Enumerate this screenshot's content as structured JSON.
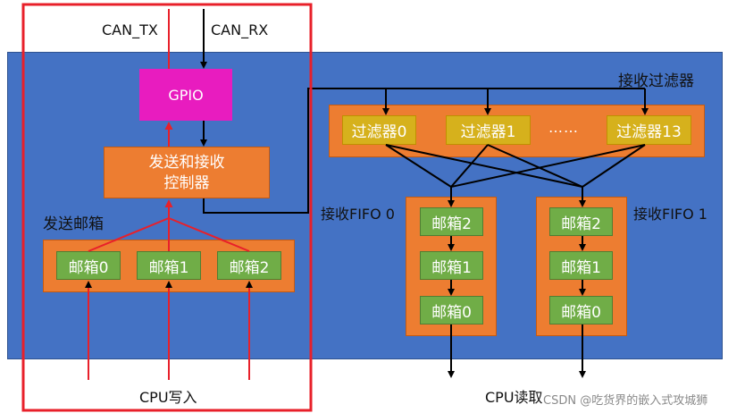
{
  "signals": {
    "can_tx": "CAN_TX",
    "can_rx": "CAN_RX"
  },
  "gpio": {
    "label": "GPIO"
  },
  "tx_controller": {
    "line1": "发送和接收",
    "line2": "控制器"
  },
  "tx_mailboxes": {
    "title": "发送邮箱",
    "items": [
      "邮箱0",
      "邮箱1",
      "邮箱2"
    ]
  },
  "cpu_write": "CPU写入",
  "filters": {
    "title": "接收过滤器",
    "items": [
      "过滤器0",
      "过滤器1",
      "过滤器13"
    ],
    "ellipsis": "……"
  },
  "fifo0": {
    "title": "接收FIFO 0",
    "items": [
      "邮箱2",
      "邮箱1",
      "邮箱0"
    ]
  },
  "fifo1": {
    "title": "接收FIFO 1",
    "items": [
      "邮箱2",
      "邮箱1",
      "邮箱0"
    ]
  },
  "cpu_read": "CPU读取",
  "watermark": "CSDN @吃货界的嵌入式攻城狮",
  "colors": {
    "panel": "#4472c4",
    "orange": "#ed7d31",
    "green": "#70ad47",
    "yellow": "#d6b11c",
    "magenta": "#e81cbf",
    "highlight_red": "#e8202a"
  }
}
